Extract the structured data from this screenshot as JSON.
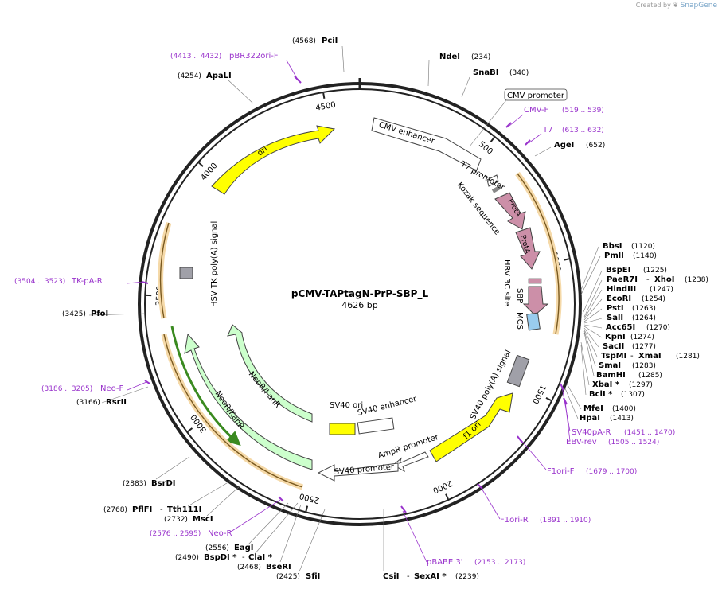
{
  "credit": {
    "created_by": "Created by",
    "brand": "SnapGene"
  },
  "plasmid": {
    "name": "pCMV-TAPtagN-PrP-SBP_L",
    "length": 4626,
    "length_label": "4626 bp"
  },
  "ticks": [
    500,
    1000,
    1500,
    2000,
    2500,
    3000,
    3500,
    4000,
    4500
  ],
  "colors": {
    "backbone": "#222222",
    "primer": "#9933cc",
    "feature_white": "#ffffff",
    "ori": "#ffff00",
    "neo": "#ccffcc",
    "protA": "#cc8fa8",
    "mcs": "#99ccee",
    "polyA": "#a0a0a8",
    "orf_orange": "#f5d9a8",
    "orf_dark": "#7a5a20",
    "neo_orf_green": "#3a8a20"
  },
  "enzymes_right": [
    {
      "name": "BbsI",
      "pos": "(1120)"
    },
    {
      "name": "PmlI",
      "pos": "(1140)"
    },
    {
      "name": "BspEI",
      "pos": "(1225)"
    },
    {
      "name": "PaeR7I",
      "name2": "XhoI",
      "pos": "(1238)"
    },
    {
      "name": "HindIII",
      "pos": "(1247)"
    },
    {
      "name": "EcoRI",
      "pos": "(1254)"
    },
    {
      "name": "PstI",
      "pos": "(1263)"
    },
    {
      "name": "SalI",
      "pos": "(1264)"
    },
    {
      "name": "Acc65I",
      "pos": "(1270)"
    },
    {
      "name": "KpnI",
      "pos": "(1274)"
    },
    {
      "name": "SacII",
      "pos": "(1277)"
    },
    {
      "name": "TspMI",
      "name2": "XmaI",
      "pos": "(1281)"
    },
    {
      "name": "SmaI",
      "pos": "(1283)"
    },
    {
      "name": "BamHI",
      "pos": "(1285)"
    },
    {
      "name": "XbaI *",
      "pos": "(1297)"
    },
    {
      "name": "BclI *",
      "pos": "(1307)"
    },
    {
      "name": "MfeI",
      "pos": "(1400)"
    },
    {
      "name": "HpaI",
      "pos": "(1413)"
    }
  ],
  "enzymes_other": [
    {
      "name": "PciI",
      "pos": "(4568)"
    },
    {
      "name": "NdeI",
      "pos": "(234)"
    },
    {
      "name": "SnaBI",
      "pos": "(340)"
    },
    {
      "name": "ApaLI",
      "pos": "(4254)"
    },
    {
      "name": "AgeI",
      "pos": "(652)"
    },
    {
      "name": "PfoI",
      "pos": "(3425)"
    },
    {
      "name": "RsrII",
      "pos": "(3166)"
    },
    {
      "name": "BsrDI",
      "pos": "(2883)"
    },
    {
      "name": "PflFI",
      "name2": "Tth111I",
      "pos": "(2768)"
    },
    {
      "name": "MscI",
      "pos": "(2732)"
    },
    {
      "name": "EagI",
      "pos": "(2556)"
    },
    {
      "name": "BspDI *",
      "name2": "ClaI *",
      "pos": "(2490)"
    },
    {
      "name": "BseRI",
      "pos": "(2468)"
    },
    {
      "name": "SfiI",
      "pos": "(2425)"
    },
    {
      "name": "CsiI",
      "name2": "SexAI *",
      "pos": "(2239)"
    }
  ],
  "primers": [
    {
      "name": "pBR322ori-F",
      "range": "(4413 .. 4432)"
    },
    {
      "name": "CMV-F",
      "range": "(519 .. 539)"
    },
    {
      "name": "T7",
      "range": "(613 .. 632)"
    },
    {
      "name": "TK-pA-R",
      "range": "(3504 .. 3523)"
    },
    {
      "name": "Neo-F",
      "range": "(3186 .. 3205)"
    },
    {
      "name": "Neo-R",
      "range": "(2576 .. 2595)"
    },
    {
      "name": "SV40pA-R",
      "range": "(1451 .. 1470)"
    },
    {
      "name": "EBV-rev",
      "range": "(1505 .. 1524)"
    },
    {
      "name": "F1ori-F",
      "range": "(1679 .. 1700)"
    },
    {
      "name": "F1ori-R",
      "range": "(1891 .. 1910)"
    },
    {
      "name": "pBABE 3'",
      "range": "(2153 .. 2173)"
    }
  ],
  "features": {
    "cmv_promoter": "CMV promoter",
    "cmv_enhancer": "CMV enhancer",
    "t7_promoter": "T7 promoter",
    "kozak": "Kozak sequence",
    "protA": "ProtA",
    "hrv": "HRV 3C site",
    "sbp": "SBP",
    "mcs": "MCS",
    "sv40_polyA": "SV40 poly(A) signal",
    "f1_ori": "f1 ori",
    "ampr_promoter": "AmpR promoter",
    "sv40_promoter": "SV40 promoter",
    "sv40_ori": "SV40 ori",
    "sv40_enhancer": "SV40 enhancer",
    "neo": "NeoR/KanR",
    "hsv_tk": "HSV TK poly(A) signal",
    "ori": "ori"
  }
}
